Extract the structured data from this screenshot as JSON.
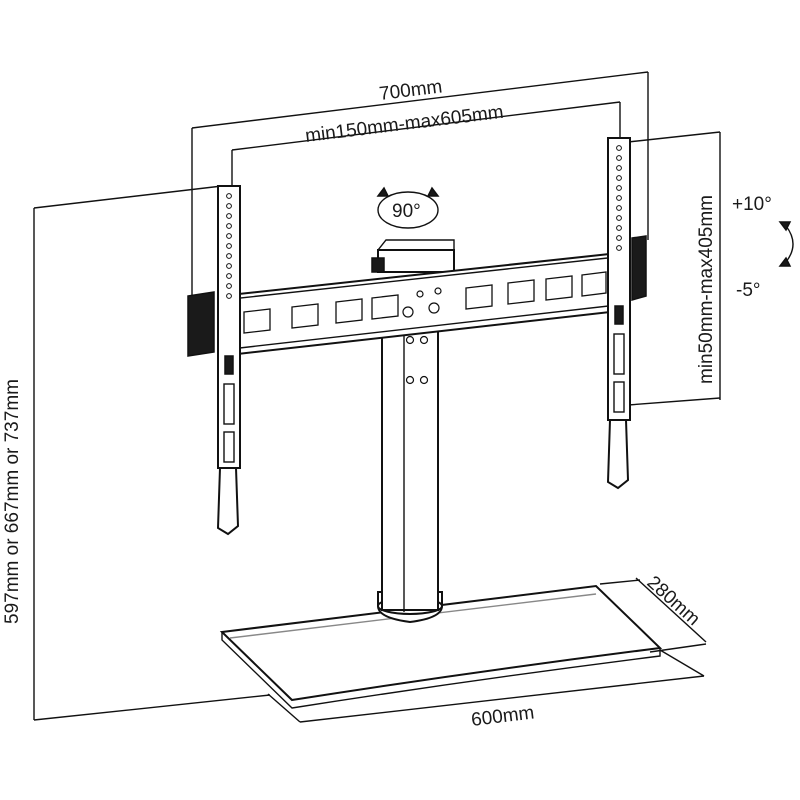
{
  "diagram": {
    "width_total": "700mm",
    "width_vesa": "min150mm-max605mm",
    "height_vesa": "min50mm-max405mm",
    "height_total": "597mm or 667mm or 737mm",
    "swivel": "90°",
    "tilt_up": "+10°",
    "tilt_down": "-5°",
    "base_depth": "280mm",
    "base_width": "600mm"
  },
  "colors": {
    "line": "#111111",
    "background": "#ffffff"
  }
}
